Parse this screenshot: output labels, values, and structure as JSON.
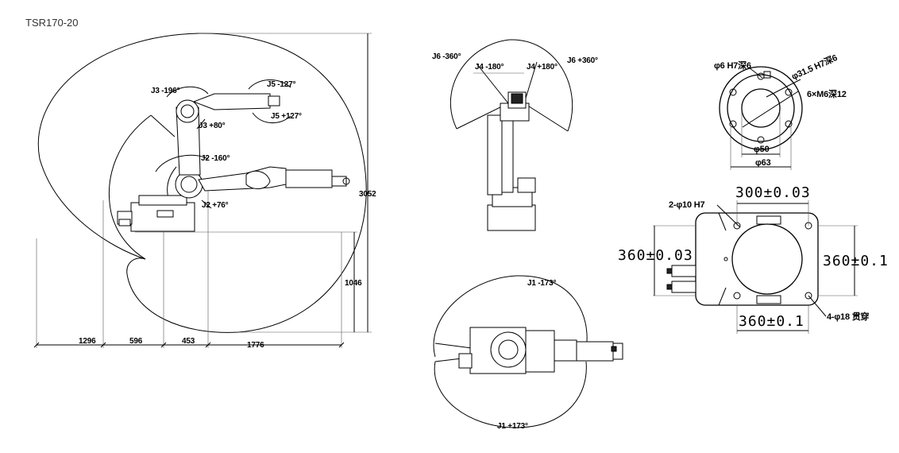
{
  "title": "TSR170-20",
  "side_view": {
    "joint_labels": {
      "j3_min": "J3 -196°",
      "j3_max": "J3 +80°",
      "j5_min": "J5 -127°",
      "j5_max": "J5 +127°",
      "j2_min": "J2 -160°",
      "j2_max": "J2 +76°"
    },
    "dimensions": {
      "height_total": "3052",
      "height_lower": "1046",
      "reach_back": "1296",
      "offset_a": "596",
      "offset_b": "453",
      "reach_front": "1776"
    }
  },
  "front_view": {
    "joint_labels": {
      "j6_min": "J6 -360°",
      "j4_min": "J4 -180°",
      "j4_max": "J4 +180°",
      "j6_max": "J6 +360°"
    }
  },
  "top_view": {
    "joint_labels": {
      "j1_min": "J1 -173°",
      "j1_max": "J1 +173°"
    }
  },
  "flange_view": {
    "labels": {
      "pin_hole": "φ6 H7深6",
      "bore": "φ31.5 H7深6",
      "screw_holes": "6×M6深12",
      "inner_dia": "φ50",
      "pcd": "φ63"
    }
  },
  "base_view": {
    "labels": {
      "pin_holes": "2-φ10 H7",
      "top_spacing": "300±0.03",
      "left_spacing": "360±0.03",
      "right_spacing": "360±0.1",
      "bottom_spacing": "360±0.1",
      "mount_holes": "4-φ18 贯穿"
    }
  }
}
